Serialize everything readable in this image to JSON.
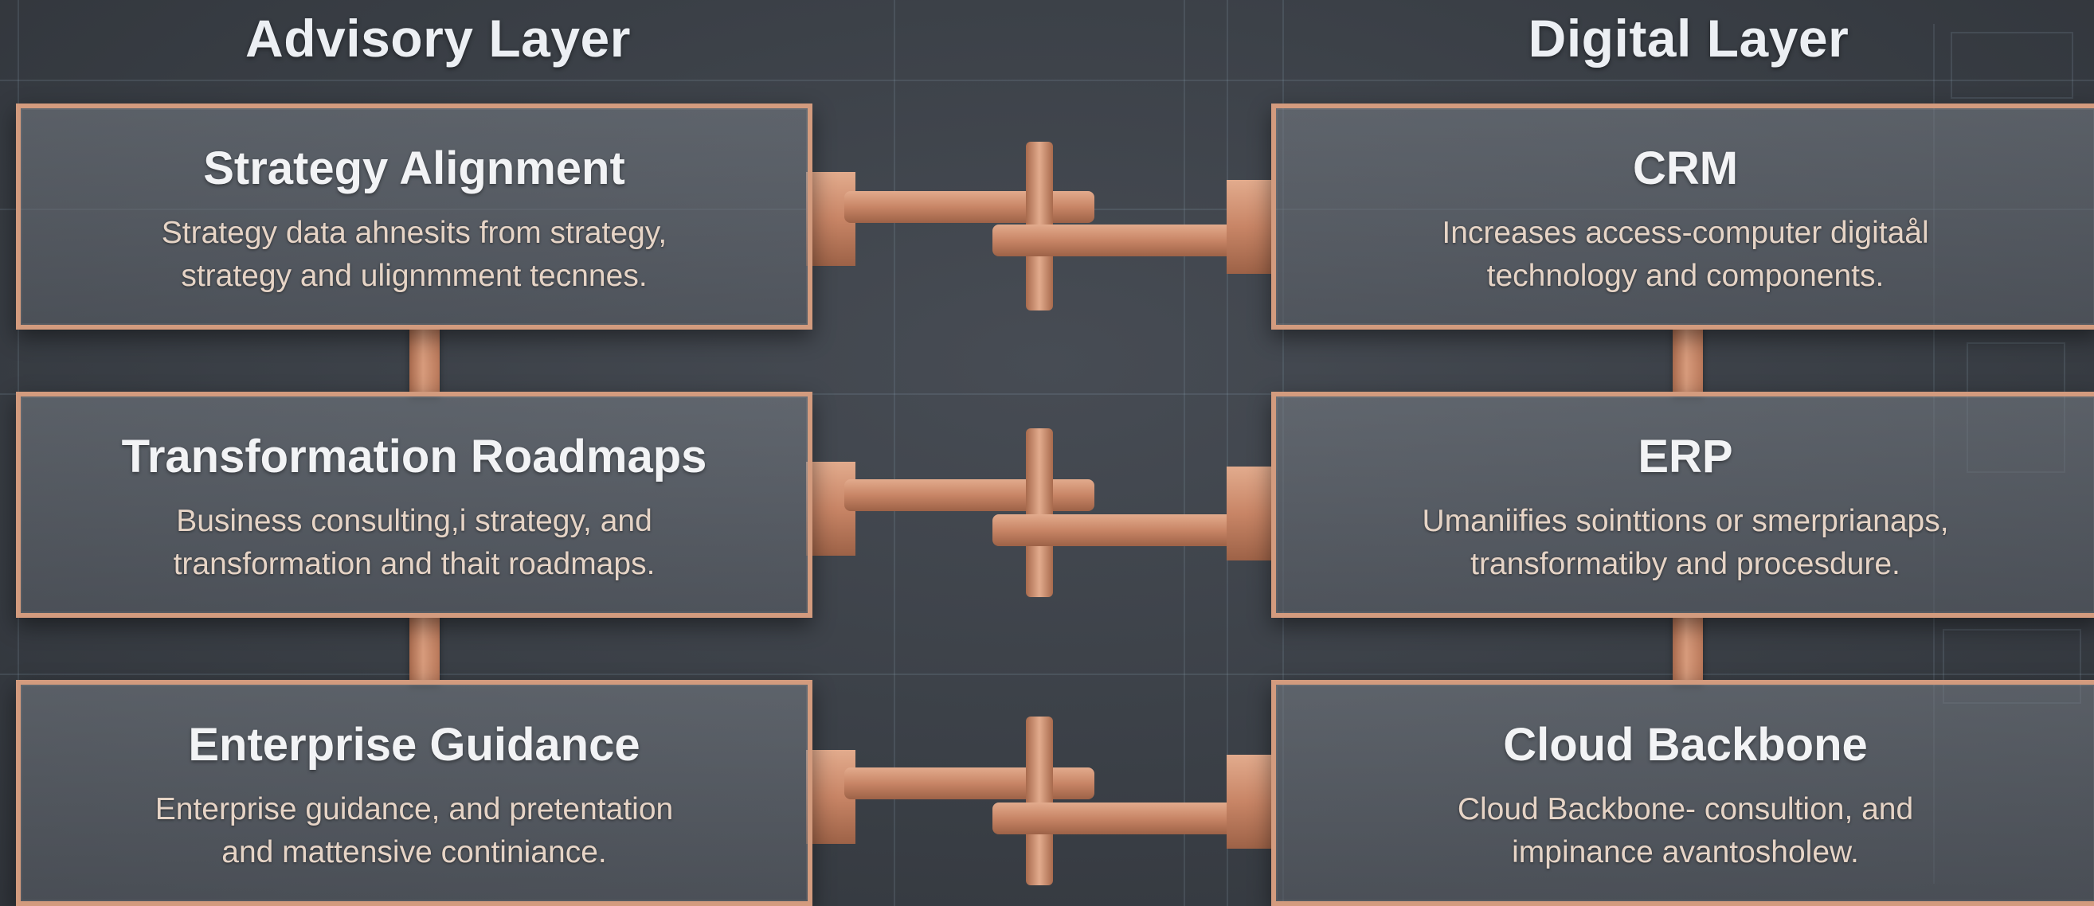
{
  "headings": {
    "advisory": "Advisory Layer",
    "digital": "Digital Layer"
  },
  "advisory_cards": [
    {
      "title": "Strategy Alignment",
      "line1": "Strategy data ahnesits from strategy,",
      "line2": "strategy and ulignmment tecnnes."
    },
    {
      "title": "Transformation Roadmaps",
      "line1": "Business consulting,i strategy, and",
      "line2": "transformation and thait roadmaps."
    },
    {
      "title": "Enterprise Guidance",
      "line1": "Enterprise guidance, and pretentation",
      "line2": "and mattensive continiance."
    }
  ],
  "digital_cards": [
    {
      "title": "CRM",
      "line1": "Increases access-computer digitaål",
      "line2": "technology and components."
    },
    {
      "title": "ERP",
      "line1": "Umaniifies sointtions or smerprianaps,",
      "line2": "transformatiby and procesdure."
    },
    {
      "title": "Cloud Backbone",
      "line1": "Cloud Backbone- consultion, and",
      "line2": "impinance avantosholew."
    }
  ],
  "colors": {
    "copper": "#d39b7e",
    "copper_dark": "#a86a4d",
    "background": "#3a3f46"
  }
}
